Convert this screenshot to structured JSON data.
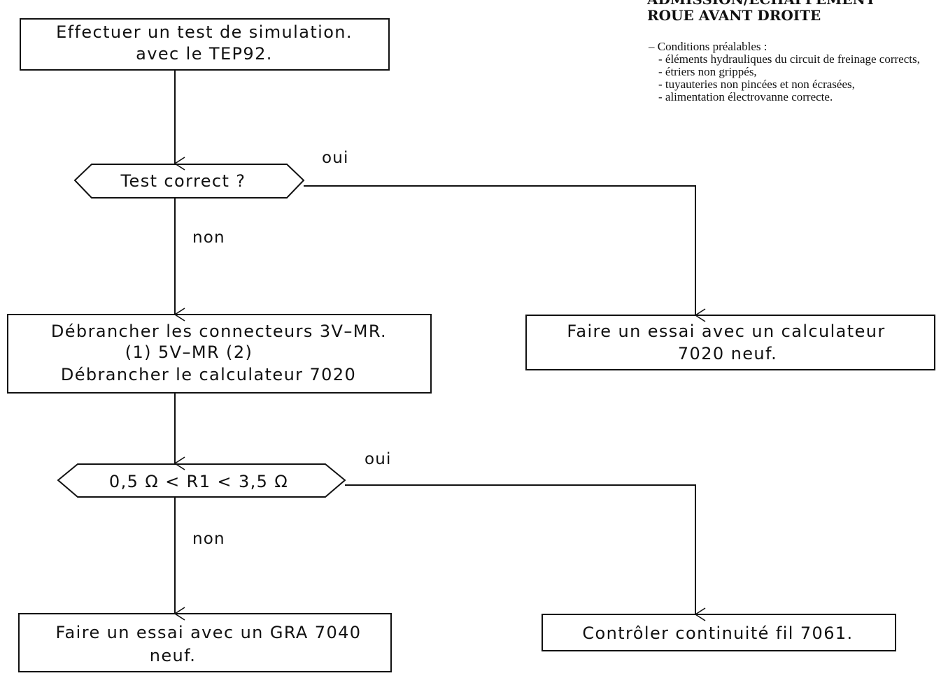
{
  "flowchart": {
    "start_box": {
      "line1": "Effectuer un test de simulation.",
      "line2": "avec le TEP92."
    },
    "decision_1": {
      "text": "Test correct ?",
      "yes_label": "oui",
      "no_label": "non"
    },
    "disconnect_box": {
      "line1": "Débrancher les connecteurs 3V–MR.",
      "line2": "(1) 5V–MR (2)",
      "line3": "Débrancher le calculateur 7020"
    },
    "new_ecu_box": {
      "line1": "Faire un essai avec un calculateur",
      "line2": "7020 neuf."
    },
    "decision_2": {
      "text": "0,5 Ω < R1 < 3,5 Ω",
      "yes_label": "oui",
      "no_label": "non"
    },
    "new_gra_box": {
      "line1": "Faire un essai avec un GRA 7040",
      "line2": "neuf."
    },
    "continuity_box": {
      "line1": "Contrôler continuité fil 7061."
    }
  },
  "notes": {
    "title_clipped": "ADMISSION/ECHAPPEMENT",
    "title": "ROUE AVANT DROITE",
    "lead": "– Conditions préalables :",
    "items": [
      "- éléments hydrauliques du circuit de freinage corrects,",
      "- étriers non grippés,",
      "- tuyauteries non pincées et non écrasées,",
      "- alimentation électrovanne correcte."
    ]
  }
}
